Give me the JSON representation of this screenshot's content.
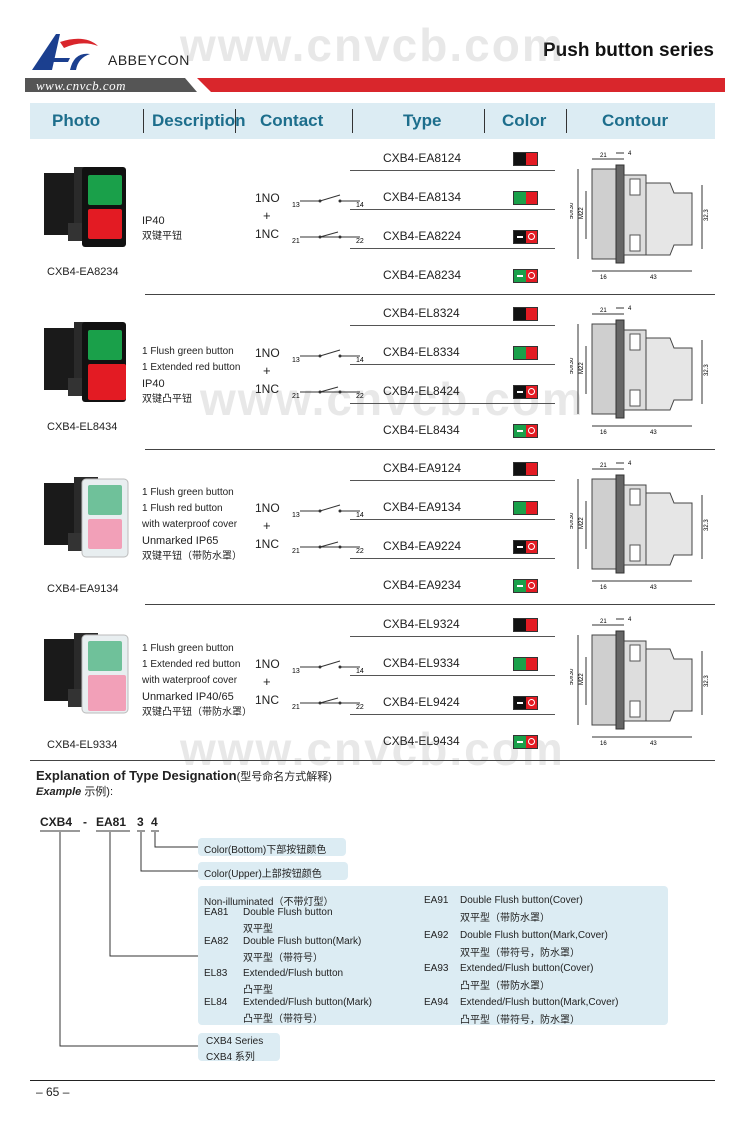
{
  "header": {
    "brand": "ABBEYCON",
    "url": "www.cnvcb.com",
    "title": "Push button series",
    "watermark": "www.cnvcb.com"
  },
  "columns": {
    "photo": "Photo",
    "description": "Description",
    "contact": "Contact",
    "type": "Type",
    "color": "Color",
    "contour": "Contour"
  },
  "contact": {
    "no": "1NO",
    "plus": "+",
    "nc": "1NC",
    "no_terms": [
      "13",
      "14"
    ],
    "nc_terms": [
      "21",
      "22"
    ]
  },
  "contour_dims": {
    "top1": "21",
    "top2": "4",
    "left1": "50x30",
    "left2": "M22",
    "right": "32.3",
    "bottom1": "16",
    "bottom2": "43"
  },
  "rows": [
    {
      "model": "CXB4-EA8234",
      "desc": [
        "",
        "",
        "IP40",
        "双键平钮"
      ],
      "types": [
        "CXB4-EA8124",
        "CXB4-EA8134",
        "CXB4-EA8224",
        "CXB4-EA8234"
      ]
    },
    {
      "model": "CXB4-EL8434",
      "desc": [
        "1 Flush green button",
        "1 Extended red button",
        "IP40",
        "双键凸平钮"
      ],
      "types": [
        "CXB4-EL8324",
        "CXB4-EL8334",
        "CXB4-EL8424",
        "CXB4-EL8434"
      ]
    },
    {
      "model": "CXB4-EA9134",
      "desc": [
        "1 Flush green button",
        "1 Flush red button",
        "with waterproof cover",
        "Unmarked IP65",
        "双键平钮（带防水罩）"
      ],
      "types": [
        "CXB4-EA9124",
        "CXB4-EA9134",
        "CXB4-EA9224",
        "CXB4-EA9234"
      ]
    },
    {
      "model": "CXB4-EL9334",
      "desc": [
        "1 Flush green button",
        "1 Extended red button",
        "with waterproof cover",
        "Unmarked IP40/65",
        "双键凸平钮（带防水罩）"
      ],
      "types": [
        "CXB4-EL9324",
        "CXB4-EL9334",
        "CXB4-EL9424",
        "CXB4-EL9434"
      ]
    }
  ],
  "color_swatches": [
    {
      "left": "#111111",
      "right": "#e31b23",
      "mark": ""
    },
    {
      "left": "#1aa04a",
      "right": "#e31b23",
      "mark": ""
    },
    {
      "left": "#111111",
      "right": "#e31b23",
      "mark": "-o"
    },
    {
      "left": "#1aa04a",
      "right": "#e31b23",
      "mark": "-o"
    }
  ],
  "explanation": {
    "title": "Explanation of Type Designation",
    "title_zh": "(型号命名方式解释)",
    "example": "Example",
    "example_zh": "示例):",
    "code": [
      "CXB4",
      "-",
      "EA81",
      "3",
      "4"
    ],
    "color_bottom": "Color(Bottom)下部按钮颜色",
    "color_upper": "Color(Upper)上部按钮颜色",
    "types_left": [
      {
        "code": "",
        "en": "Non-illuminated（不带灯型）",
        "zh": ""
      },
      {
        "code": "EA81",
        "en": "Double Flush button",
        "zh": "双平型"
      },
      {
        "code": "EA82",
        "en": "Double Flush button(Mark)",
        "zh": "双平型（带符号）"
      },
      {
        "code": "EL83",
        "en": "Extended/Flush button",
        "zh": "凸平型"
      },
      {
        "code": "EL84",
        "en": "Extended/Flush button(Mark)",
        "zh": "凸平型（带符号）"
      }
    ],
    "types_right": [
      {
        "code": "EA91",
        "en": "Double Flush button(Cover)",
        "zh": "双平型（带防水罩）"
      },
      {
        "code": "EA92",
        "en": "Double Flush button(Mark,Cover)",
        "zh": "双平型（带符号，防水罩）"
      },
      {
        "code": "EA93",
        "en": "Extended/Flush button(Cover)",
        "zh": "凸平型（带防水罩）"
      },
      {
        "code": "EA94",
        "en": "Extended/Flush button(Mark,Cover)",
        "zh": "凸平型（带符号，防水罩）"
      }
    ],
    "series_en": "CXB4 Series",
    "series_zh": "CXB4 系列"
  },
  "page_number": "– 65 –"
}
